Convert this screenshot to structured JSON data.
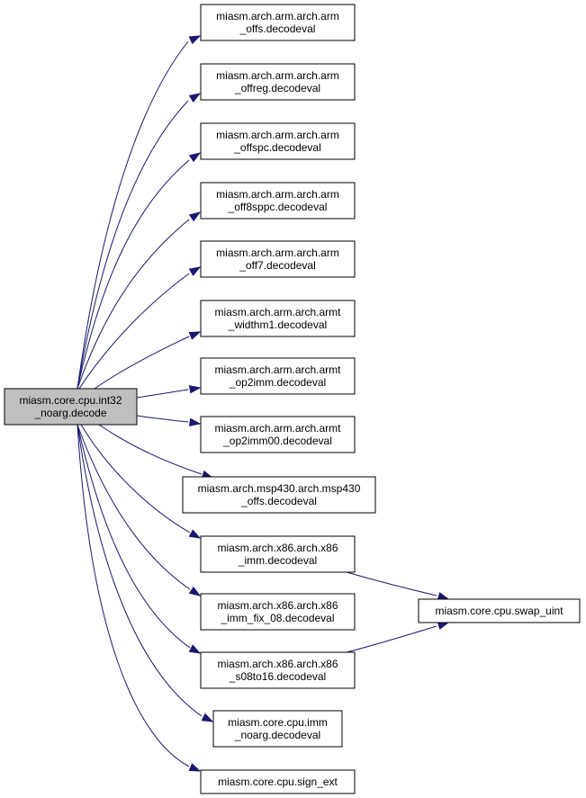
{
  "colors": {
    "edge": "#191970",
    "root_fill": "#bfbfbf",
    "node_fill": "#ffffff",
    "border": "#000000"
  },
  "nodes": {
    "root": [
      "miasm.core.cpu.int32",
      "_noarg.decode"
    ],
    "arm_offs": [
      "miasm.arch.arm.arch.arm",
      "_offs.decodeval"
    ],
    "arm_offreg": [
      "miasm.arch.arm.arch.arm",
      "_offreg.decodeval"
    ],
    "arm_offspc": [
      "miasm.arch.arm.arch.arm",
      "_offspc.decodeval"
    ],
    "arm_off8sppc": [
      "miasm.arch.arm.arch.arm",
      "_off8sppc.decodeval"
    ],
    "arm_off7": [
      "miasm.arch.arm.arch.arm",
      "_off7.decodeval"
    ],
    "armt_widthm1": [
      "miasm.arch.arm.arch.armt",
      "_widthm1.decodeval"
    ],
    "armt_op2imm": [
      "miasm.arch.arm.arch.armt",
      "_op2imm.decodeval"
    ],
    "armt_op2imm00": [
      "miasm.arch.arm.arch.armt",
      "_op2imm00.decodeval"
    ],
    "msp430_offs": [
      "miasm.arch.msp430.arch.msp430",
      "_offs.decodeval"
    ],
    "x86_imm": [
      "miasm.arch.x86.arch.x86",
      "_imm.decodeval"
    ],
    "x86_imm_fix_08": [
      "miasm.arch.x86.arch.x86",
      "_imm_fix_08.decodeval"
    ],
    "x86_s08to16": [
      "miasm.arch.x86.arch.x86",
      "_s08to16.decodeval"
    ],
    "imm_noarg": [
      "miasm.core.cpu.imm",
      "_noarg.decodeval"
    ],
    "sign_ext": [
      "miasm.core.cpu.sign_ext"
    ],
    "swap_uint": [
      "miasm.core.cpu.swap_uint"
    ]
  },
  "edges": [
    [
      "root",
      "arm_offs"
    ],
    [
      "root",
      "arm_offreg"
    ],
    [
      "root",
      "arm_offspc"
    ],
    [
      "root",
      "arm_off8sppc"
    ],
    [
      "root",
      "arm_off7"
    ],
    [
      "root",
      "armt_widthm1"
    ],
    [
      "root",
      "armt_op2imm"
    ],
    [
      "root",
      "armt_op2imm00"
    ],
    [
      "root",
      "msp430_offs"
    ],
    [
      "root",
      "x86_imm"
    ],
    [
      "root",
      "x86_imm_fix_08"
    ],
    [
      "root",
      "x86_s08to16"
    ],
    [
      "root",
      "imm_noarg"
    ],
    [
      "root",
      "sign_ext"
    ],
    [
      "x86_imm",
      "swap_uint"
    ],
    [
      "x86_s08to16",
      "swap_uint"
    ]
  ]
}
